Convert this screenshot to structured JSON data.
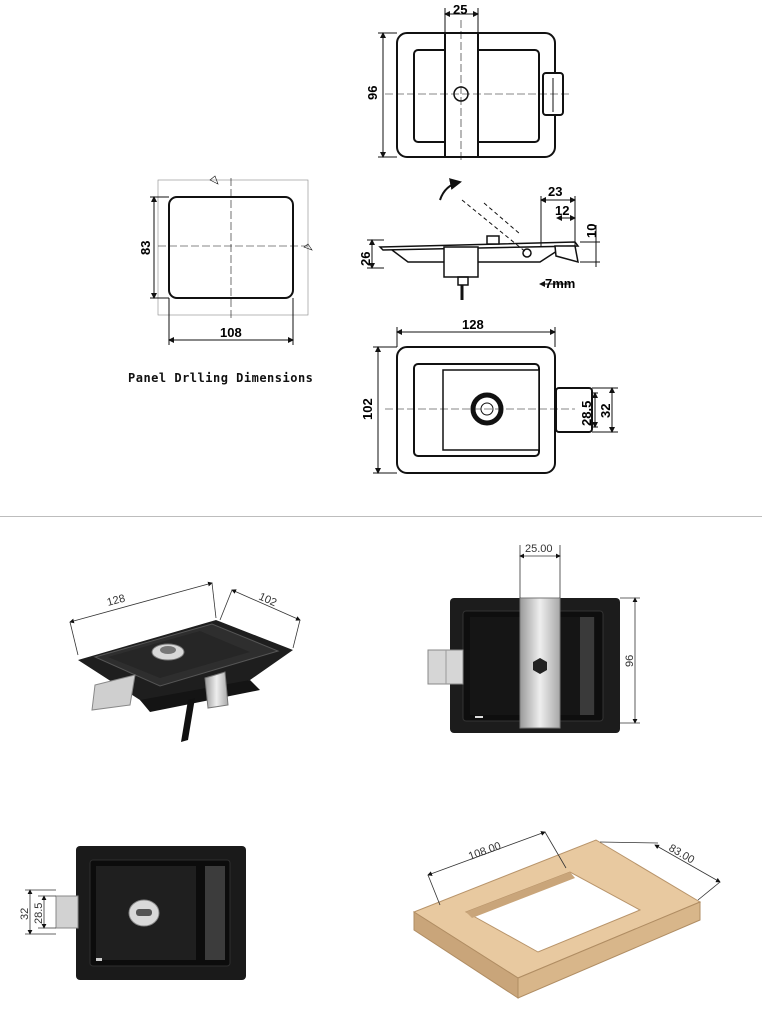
{
  "top": {
    "front_view": {
      "width_label": "25",
      "height_label": "96"
    },
    "side_view": {
      "labels": [
        "23",
        "12",
        "10",
        "26",
        "7mm"
      ]
    },
    "back_view": {
      "width_label": "128",
      "height_label": "102",
      "latch_labels": [
        "28.5",
        "32"
      ]
    },
    "panel_cutout": {
      "height_label": "83",
      "width_label": "108"
    },
    "caption": "Panel Drlling Dimensions"
  },
  "bottom": {
    "iso_view": {
      "length_label": "128",
      "width_label": "102"
    },
    "front_render": {
      "width_label": "25.00",
      "height_label": "96"
    },
    "back_render": {
      "labels": [
        "32",
        "28.5"
      ]
    },
    "panel_render": {
      "width_label": "108.00",
      "depth_label": "83.00"
    }
  },
  "colors": {
    "line": "#111111",
    "metal": "#1c1c1c",
    "steel": "#c9c9c9",
    "wood": "#e8c9a0",
    "wood_edge": "#c9a57a"
  }
}
